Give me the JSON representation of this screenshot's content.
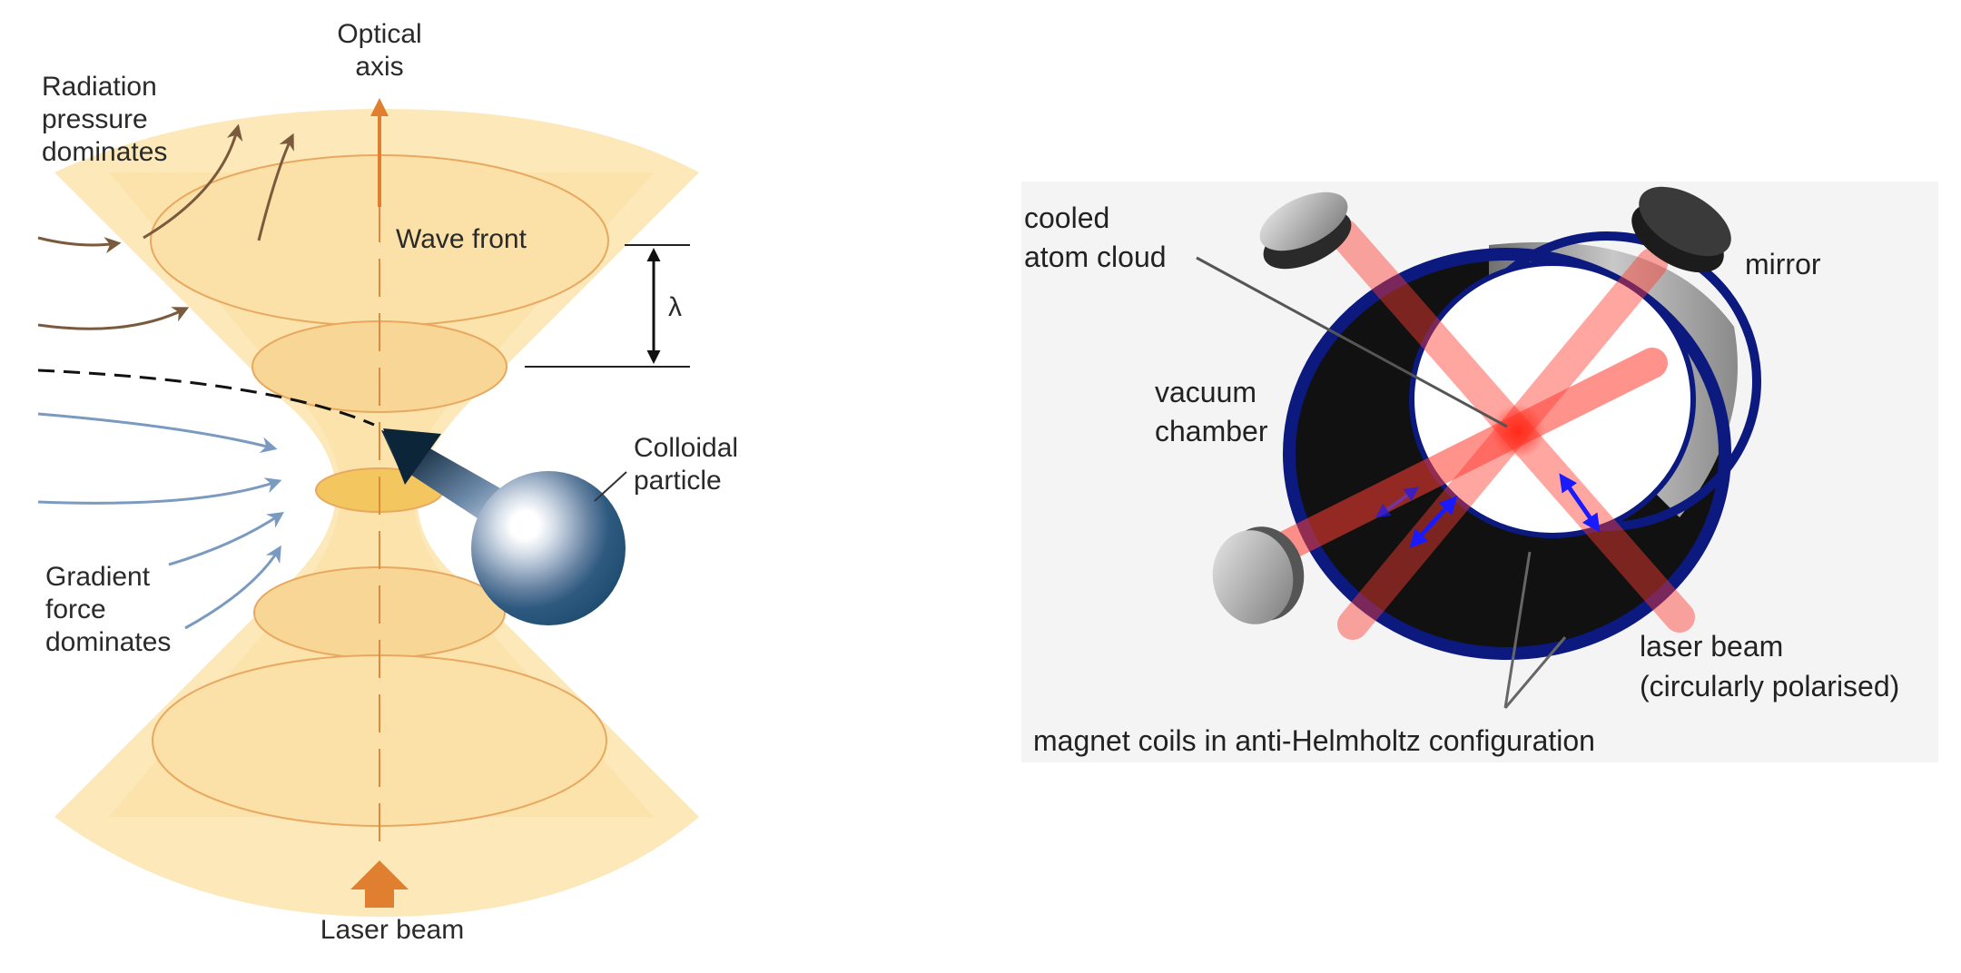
{
  "tweezers": {
    "optical_axis": [
      "Optical",
      "axis"
    ],
    "radiation_pressure": [
      "Radiation",
      "pressure",
      "dominates"
    ],
    "wave_front": "Wave front",
    "wavelength_symbol": "λ",
    "colloidal_particle": [
      "Colloidal",
      "particle"
    ],
    "gradient_force": [
      "Gradient",
      "force",
      "dominates"
    ],
    "laser_beam": "Laser beam"
  },
  "mot": {
    "cooled_atom_cloud": [
      "cooled",
      "atom cloud"
    ],
    "mirror": "mirror",
    "vacuum_chamber": [
      "vacuum",
      "chamber"
    ],
    "laser_beam": [
      "laser beam",
      "(circularly polarised)"
    ],
    "magnet_coils": "magnet coils in anti-Helmholtz configuration"
  },
  "colors": {
    "beam_fill": "#fbe6b4",
    "wavefront_stroke": "#e8a860",
    "axis_arrow": "#e07f30",
    "radiation_arrow": "#7a5a3c",
    "gradient_arrow": "#7a9ac0",
    "particle_dark": "#1f4f72",
    "coil_blue": "#0c1a80",
    "laser_red": "#ff3b30",
    "polarisation_blue": "#1a1aff"
  }
}
